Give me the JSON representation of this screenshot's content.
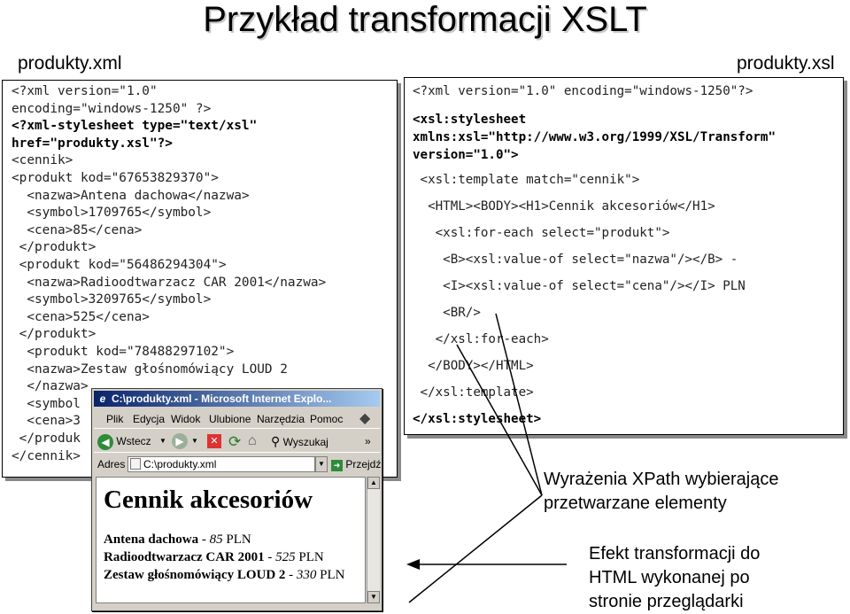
{
  "title": "Przykład transformacji XSLT",
  "left_label": "produkty.xml",
  "right_label": "produkty.xsl",
  "xml_lines": [
    {
      "text": "<?xml version=\"1.0\"",
      "bold": false
    },
    {
      "text": "encoding=\"windows-1250\" ?>",
      "bold": false
    },
    {
      "text": "<?xml-stylesheet type=\"text/xsl\"",
      "bold": true
    },
    {
      "text": "href=\"produkty.xsl\"?>",
      "bold": true
    },
    {
      "text": "<cennik>",
      "bold": false
    },
    {
      "text": "<produkt kod=\"67653829370\">",
      "bold": false
    },
    {
      "text": "  <nazwa>Antena dachowa</nazwa>",
      "bold": false
    },
    {
      "text": "  <symbol>1709765</symbol>",
      "bold": false
    },
    {
      "text": "  <cena>85</cena>",
      "bold": false
    },
    {
      "text": " </produkt>",
      "bold": false
    },
    {
      "text": " <produkt kod=\"56486294304\">",
      "bold": false
    },
    {
      "text": "  <nazwa>Radioodtwarzacz CAR 2001</nazwa>",
      "bold": false
    },
    {
      "text": "  <symbol>3209765</symbol>",
      "bold": false
    },
    {
      "text": "  <cena>525</cena>",
      "bold": false
    },
    {
      "text": " </produkt>",
      "bold": false
    },
    {
      "text": "  <produkt kod=\"78488297102\">",
      "bold": false
    },
    {
      "text": "  <nazwa>Zestaw głośnomówiący LOUD 2",
      "bold": false
    },
    {
      "text": "  </nazwa>",
      "bold": false
    },
    {
      "text": "  <symbol",
      "bold": false
    },
    {
      "text": "  <cena>3",
      "bold": false
    },
    {
      "text": " </produk",
      "bold": false
    },
    {
      "text": "</cennik>",
      "bold": false
    }
  ],
  "xsl_lines": [
    {
      "text": "<?xml version=\"1.0\" encoding=\"windows-1250\"?>",
      "bold": false
    },
    {
      "text": "<xsl:stylesheet",
      "bold": true
    },
    {
      "text": "xmlns:xsl=\"http://www.w3.org/1999/XSL/Transform\"",
      "bold": true
    },
    {
      "text": "version=\"1.0\">",
      "bold": true
    },
    {
      "text": " <xsl:template match=\"cennik\">",
      "bold": false
    },
    {
      "text": "  <HTML><BODY><H1>Cennik akcesoriów</H1>",
      "bold": false
    },
    {
      "text": "   <xsl:for-each select=\"produkt\">",
      "bold": false
    },
    {
      "text": "    <B><xsl:value-of select=\"nazwa\"/></B> -",
      "bold": false
    },
    {
      "text": "    <I><xsl:value-of select=\"cena\"/></I> PLN",
      "bold": false
    },
    {
      "text": "    <BR/>",
      "bold": false
    },
    {
      "text": "   </xsl:for-each>",
      "bold": false
    },
    {
      "text": "  </BODY></HTML>",
      "bold": false
    },
    {
      "text": " </xsl:template>",
      "bold": false
    },
    {
      "text": "</xsl:stylesheet>",
      "bold": true
    }
  ],
  "browser": {
    "window_title": "C:\\produkty.xml - Microsoft Internet Explo...",
    "menu": [
      "Plik",
      "Edycja",
      "Widok",
      "Ulubione",
      "Narzędzia",
      "Pomoc"
    ],
    "back_label": "Wstecz",
    "search_label": "Wyszukaj",
    "address_label": "Adres",
    "address_value": "C:\\produkty.xml",
    "go_label": "Przejdź",
    "page_heading": "Cennik akcesoriów",
    "products": [
      {
        "name": "Antena dachowa",
        "sep": " - ",
        "price": "85",
        "unit": " PLN"
      },
      {
        "name": "Radioodtwarzacz CAR 2001",
        "sep": " - ",
        "price": "525",
        "unit": " PLN"
      },
      {
        "name": "Zestaw głośnomówiący LOUD 2",
        "sep": " - ",
        "price": "330",
        "unit": " PLN"
      }
    ]
  },
  "annotations": {
    "xpath": [
      "Wyrażenia XPath wybierające",
      "przetwarzane elementy"
    ],
    "effect": [
      "Efekt transformacji do",
      "HTML wykonanej po",
      "stronie przeglądarki"
    ]
  }
}
